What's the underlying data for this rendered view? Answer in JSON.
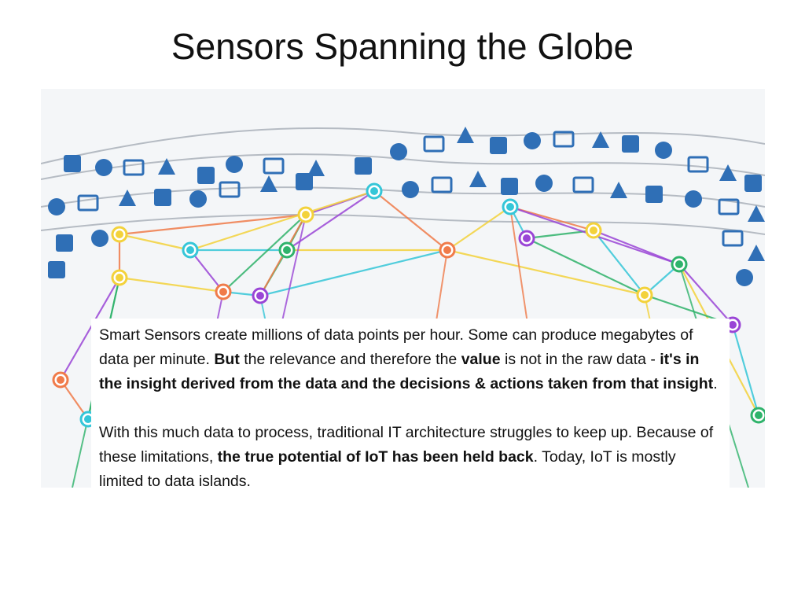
{
  "slide": {
    "title": "Sensors Spanning the Globe",
    "paragraph1": {
      "t1": "Smart Sensors create millions of data points per hour. Some can produce megabytes of data per minute. ",
      "b1": "But",
      "t2": " the relevance and therefore the ",
      "b2": "value",
      "t3": " is not in the raw data - ",
      "b3": "it's in the insight derived from the data and the decisions & actions taken from that insight",
      "t4": "."
    },
    "paragraph2": {
      "t1": "With this much data to process, traditional IT architecture struggles to keep up. Because of these limitations, ",
      "b1": "the true potential of IoT has been held back",
      "t2": ". Today, IoT is mostly limited to data islands."
    }
  },
  "colors": {
    "icon_blue": "#2f6fb6",
    "node_yellow": "#f3d23b",
    "node_cyan": "#35c6d8",
    "node_green": "#2fb36b",
    "node_purple": "#9a45d6",
    "node_orange": "#f07b4a",
    "line_gray": "#9aa3ad"
  },
  "icons": [
    "trophy-icon",
    "funnel-icon",
    "tablet-icon",
    "drone-icon",
    "star-badge-icon",
    "document-icon",
    "image-icon",
    "laptop-icon",
    "router-icon",
    "car-icon",
    "chat-icon",
    "chart-icon",
    "monitor-icon",
    "phone-icon",
    "cloud-icon",
    "rocket-icon",
    "cart-icon",
    "mobile-icon",
    "coffee-icon",
    "mail-icon",
    "thumbs-up-icon",
    "calendar-icon",
    "bird-icon",
    "camera-icon",
    "robot-arm-icon",
    "airplane-icon",
    "truck-icon",
    "cctv-icon",
    "server-icon",
    "user-icon",
    "mug-icon",
    "heart-icon",
    "bulb-icon",
    "database-icon",
    "shield-icon",
    "thermometer-icon"
  ]
}
